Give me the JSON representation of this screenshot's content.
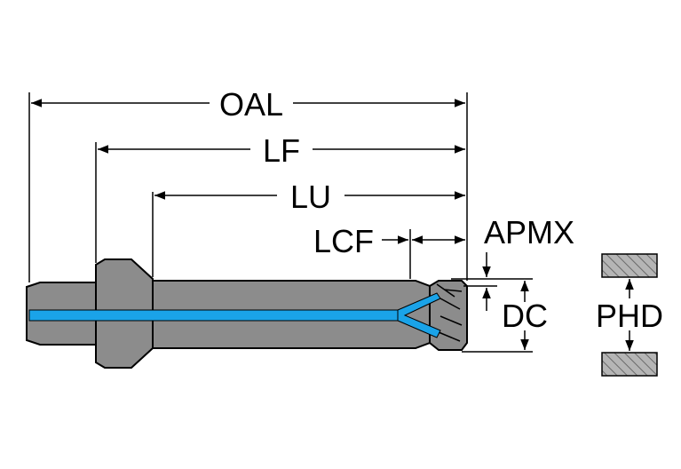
{
  "dimensions": {
    "oal": "OAL",
    "lf": "LF",
    "lu": "LU",
    "lcf": "LCF",
    "apmx": "APMX",
    "dc": "DC",
    "phd": "PHD"
  },
  "colors": {
    "body": "#8c8c8c",
    "body_dark": "#6e6e6e",
    "coolant": "#1aa3e8",
    "line": "#000000",
    "hatch": "#9a9a9a"
  }
}
